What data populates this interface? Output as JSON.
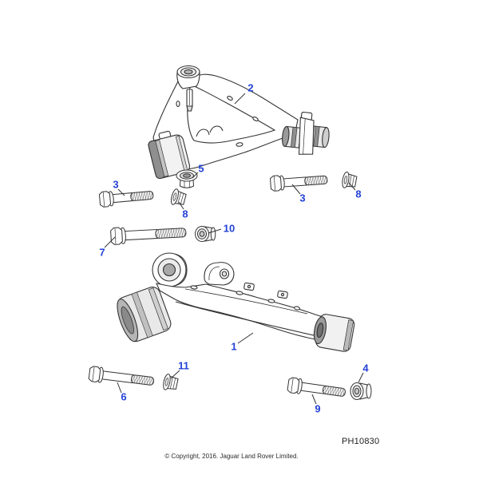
{
  "figure": {
    "drawing_code": "PH10830",
    "copyright": "© Copyright, 2016. Jaguar Land Rover Limited.",
    "callout_color": "#2442d6",
    "line_color": "#333333",
    "callouts": [
      "1",
      "2",
      "3",
      "4",
      "5",
      "6",
      "7",
      "8",
      "9",
      "10",
      "11"
    ],
    "parts": {
      "1": "lower-control-arm",
      "2": "upper-control-arm",
      "3": "bolt",
      "4": "flange-nut",
      "5": "flange-nut",
      "6": "bolt",
      "7": "bolt",
      "8": "flange-nut",
      "9": "bolt",
      "10": "flange-nut",
      "11": "flange-nut"
    }
  }
}
